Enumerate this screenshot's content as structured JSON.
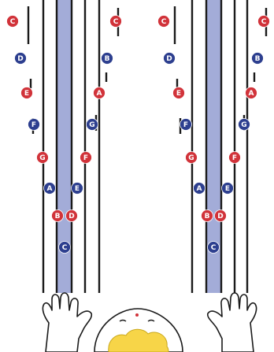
{
  "colors": {
    "red": "#d1333a",
    "blue": "#2d3f8f",
    "highlight": "#a3acd8",
    "line": "#1a1a1a",
    "hair": "#f7d548",
    "skin": "#ffffff"
  },
  "groups": [
    {
      "notes": [
        {
          "label": "C",
          "color": "red"
        },
        {
          "label": "C",
          "color": "red"
        },
        {
          "label": "D",
          "color": "blue"
        },
        {
          "label": "B",
          "color": "blue"
        },
        {
          "label": "E",
          "color": "red"
        },
        {
          "label": "A",
          "color": "red"
        },
        {
          "label": "F",
          "color": "blue"
        },
        {
          "label": "G",
          "color": "blue"
        },
        {
          "label": "G",
          "color": "red"
        },
        {
          "label": "F",
          "color": "red"
        },
        {
          "label": "A",
          "color": "blue"
        },
        {
          "label": "E",
          "color": "blue"
        },
        {
          "label": "B",
          "color": "red"
        },
        {
          "label": "D",
          "color": "red"
        },
        {
          "label": "C",
          "color": "blue"
        }
      ]
    },
    {
      "notes": [
        {
          "label": "C",
          "color": "red"
        },
        {
          "label": "C",
          "color": "red"
        },
        {
          "label": "D",
          "color": "blue"
        },
        {
          "label": "B",
          "color": "blue"
        },
        {
          "label": "E",
          "color": "red"
        },
        {
          "label": "A",
          "color": "red"
        },
        {
          "label": "F",
          "color": "blue"
        },
        {
          "label": "G",
          "color": "blue"
        },
        {
          "label": "G",
          "color": "red"
        },
        {
          "label": "F",
          "color": "red"
        },
        {
          "label": "A",
          "color": "blue"
        },
        {
          "label": "E",
          "color": "blue"
        },
        {
          "label": "B",
          "color": "red"
        },
        {
          "label": "D",
          "color": "red"
        },
        {
          "label": "C",
          "color": "blue"
        }
      ]
    }
  ],
  "figure": {
    "icon": "baby-with-raised-hands-icon"
  }
}
